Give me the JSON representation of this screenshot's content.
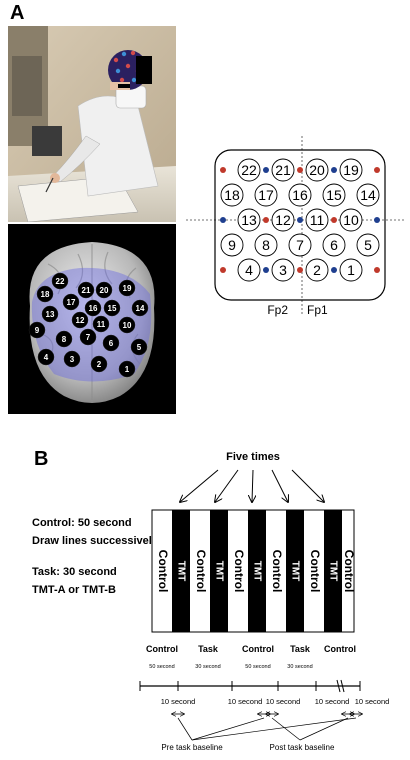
{
  "panel_a": {
    "label": "A",
    "channel_map": {
      "channels": [
        "1",
        "2",
        "3",
        "4",
        "5",
        "6",
        "7",
        "8",
        "9",
        "10",
        "11",
        "12",
        "13",
        "14",
        "15",
        "16",
        "17",
        "18",
        "19",
        "20",
        "21",
        "22"
      ],
      "fp_labels": [
        "Fp2",
        "Fp1"
      ],
      "source_color": "#c0392b",
      "detector_color": "#1f3f8f"
    },
    "brain_channels": [
      "1",
      "2",
      "3",
      "4",
      "5",
      "6",
      "7",
      "8",
      "9",
      "10",
      "11",
      "12",
      "13",
      "14",
      "15",
      "16",
      "17",
      "18",
      "19",
      "20",
      "21",
      "22"
    ]
  },
  "panel_b": {
    "label": "B",
    "five_times": "Five times",
    "control_desc": "Control: 50 second",
    "control_sub": "Draw lines successively",
    "task_desc": "Task: 30 second",
    "task_sub": "TMT-A or TMT-B",
    "strips": [
      "Control",
      "TMT",
      "Control",
      "TMT",
      "Control",
      "TMT",
      "Control",
      "TMT",
      "Control",
      "TMT",
      "Control"
    ],
    "phases": [
      "Control",
      "Task",
      "Control",
      "Task",
      "Control"
    ],
    "phase_durations": [
      "50 second",
      "30 second",
      "50 second",
      "30 second"
    ],
    "baseline_duration": "10 second",
    "pre_baseline": "Pre task baseline",
    "post_baseline": "Post task baseline"
  }
}
